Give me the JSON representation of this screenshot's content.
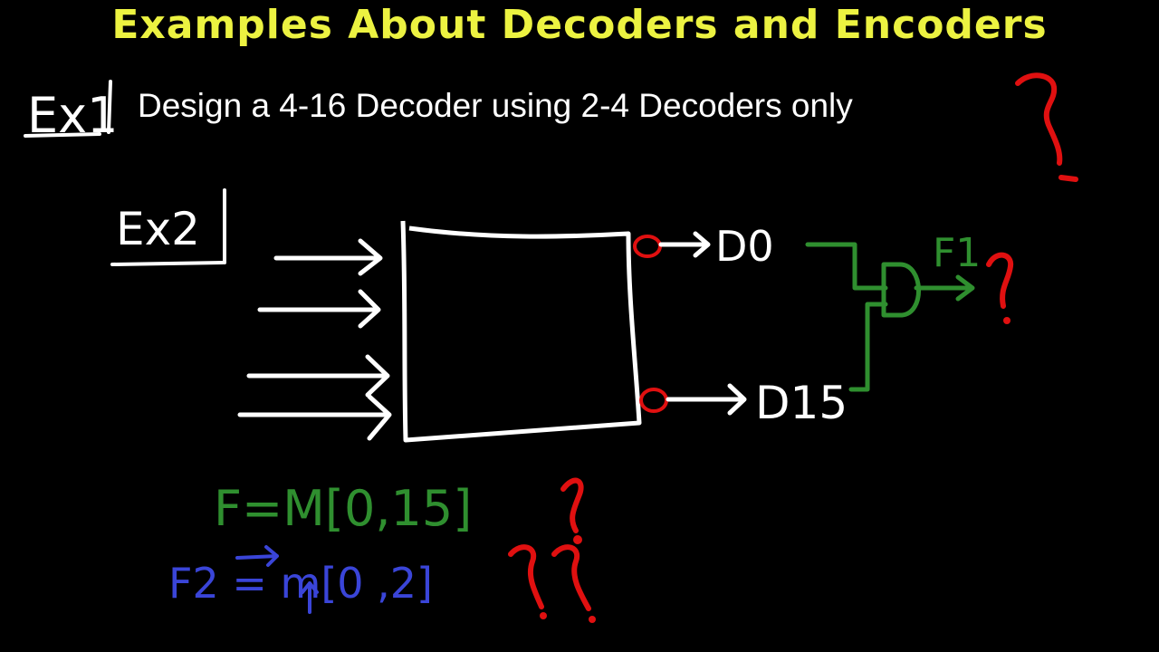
{
  "title": "Examples About Decoders and Encoders",
  "ex1": {
    "label": "Ex1",
    "question": "Design a 4-16 Decoder using 2-4 Decoders only",
    "mark": "?"
  },
  "ex2": {
    "label": "Ex2",
    "outputs": [
      "D0",
      "D15"
    ],
    "gate_output": "F1",
    "gate_output_mark": "?",
    "equation_f": "F=M[0,15]",
    "equation_f_mark": "?",
    "equation_f2": "F2 = m[0 ,2]",
    "equation_f2_mark": "??"
  },
  "colors": {
    "background": "#000000",
    "title": "#ecf241",
    "chalk": "#ffffff",
    "green": "#2f8f2f",
    "red": "#e01010",
    "blue": "#3a45d8"
  }
}
